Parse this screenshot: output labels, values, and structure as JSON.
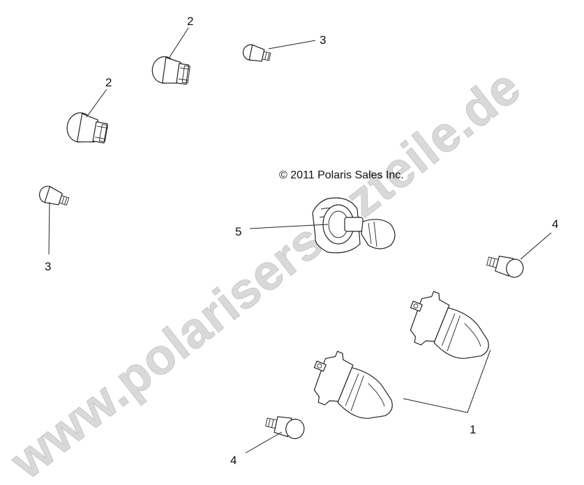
{
  "copyright": "© 2011 Polaris Sales Inc.",
  "watermark": "www.polarisersatzteile.de",
  "callouts": {
    "c1": "1",
    "c2a": "2",
    "c2b": "2",
    "c3a": "3",
    "c3b": "3",
    "c4a": "4",
    "c4b": "4",
    "c5": "5"
  }
}
